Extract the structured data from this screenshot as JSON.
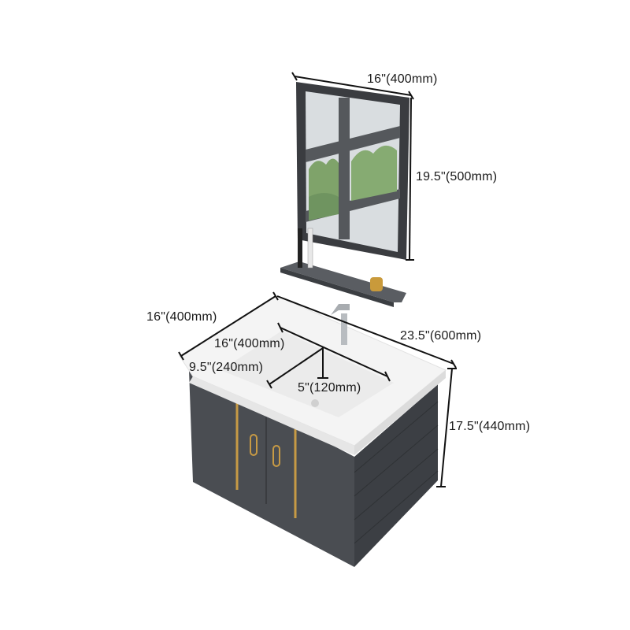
{
  "product": {
    "name": "Wall-mounted bathroom vanity with mirror and shelf",
    "colors": {
      "cabinet": "#4a4d52",
      "cabinet_side": "#3c3f44",
      "basin": "#f3f3f3",
      "gold_trim": "#c79a45",
      "mirror_frame": "#3a3c40",
      "dimension_line": "#111111"
    }
  },
  "dimensions": {
    "mirror_width": "16\"(400mm)",
    "mirror_height": "19.5\"(500mm)",
    "vanity_depth": "16\"(400mm)",
    "vanity_width": "23.5\"(600mm)",
    "basin_width": "16\"(400mm)",
    "basin_depth": "9.5\"(240mm)",
    "basin_bowl_depth": "5\"(120mm)",
    "vanity_height": "17.5\"(440mm)"
  }
}
